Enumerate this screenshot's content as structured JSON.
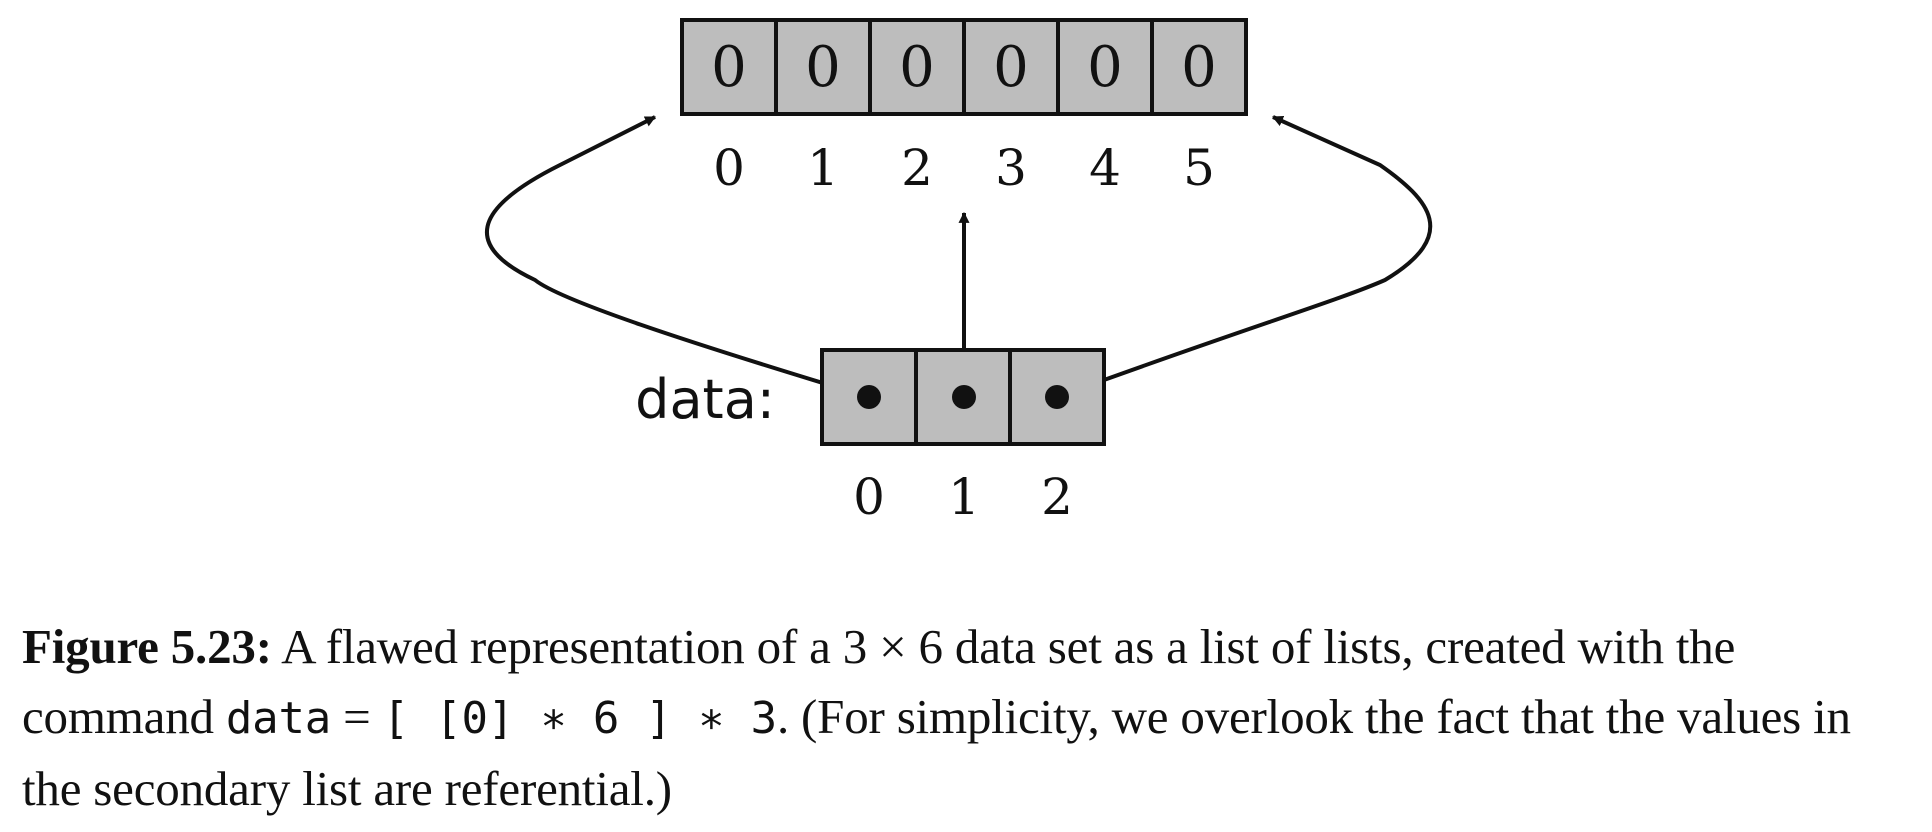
{
  "diagram": {
    "outer_list": {
      "variable_label": "data:",
      "indices": [
        "0",
        "1",
        "2"
      ]
    },
    "inner_list": {
      "values": [
        "0",
        "0",
        "0",
        "0",
        "0",
        "0"
      ],
      "indices": [
        "0",
        "1",
        "2",
        "3",
        "4",
        "5"
      ]
    },
    "colors": {
      "cell_fill": "#bdbdbd",
      "stroke": "#111111",
      "background": "#ffffff"
    }
  },
  "caption": {
    "label": "Figure 5.23:",
    "text_1": " A flawed representation of a 3 × 6 data set as a list of lists, created with the command ",
    "code_1": "data",
    "text_2": " = ",
    "code_2": "[ [0] ∗ 6 ] ∗ 3",
    "text_3": ". (For simplicity, we overlook the fact that the values in the secondary list are referential.)"
  }
}
